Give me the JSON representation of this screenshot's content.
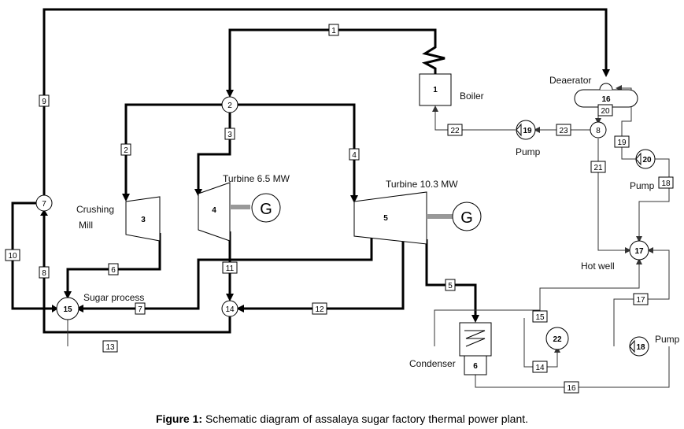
{
  "labels": {
    "boiler": "Boiler",
    "deaerator": "Deaerator",
    "pump": "Pump",
    "turbine_small": "Turbine 6.5 MW",
    "turbine_large": "Turbine 10.3 MW",
    "crushing_mill_1": "Crushing",
    "crushing_mill_2": "Mill",
    "sugar_process": "Sugar process",
    "hot_well": "Hot well",
    "condenser": "Condenser",
    "generator": "G"
  },
  "nodes": {
    "n1": "1",
    "n2": "2",
    "n3": "3",
    "n4": "4",
    "n5": "5",
    "n6": "6",
    "n7": "7",
    "n8": "8",
    "n14": "14",
    "n15": "15",
    "n16": "16",
    "n17": "17",
    "n18": "18",
    "n19": "19",
    "n20": "20",
    "n22": "22"
  },
  "streams": [
    "1",
    "2",
    "3",
    "4",
    "5",
    "6",
    "7",
    "8",
    "9",
    "10",
    "11",
    "12",
    "13",
    "14",
    "15",
    "16",
    "17",
    "18",
    "19",
    "20",
    "21",
    "22",
    "23"
  ],
  "caption": {
    "prefix": "Figure 1:",
    "text": " Schematic diagram of assalaya sugar factory thermal power plant."
  }
}
